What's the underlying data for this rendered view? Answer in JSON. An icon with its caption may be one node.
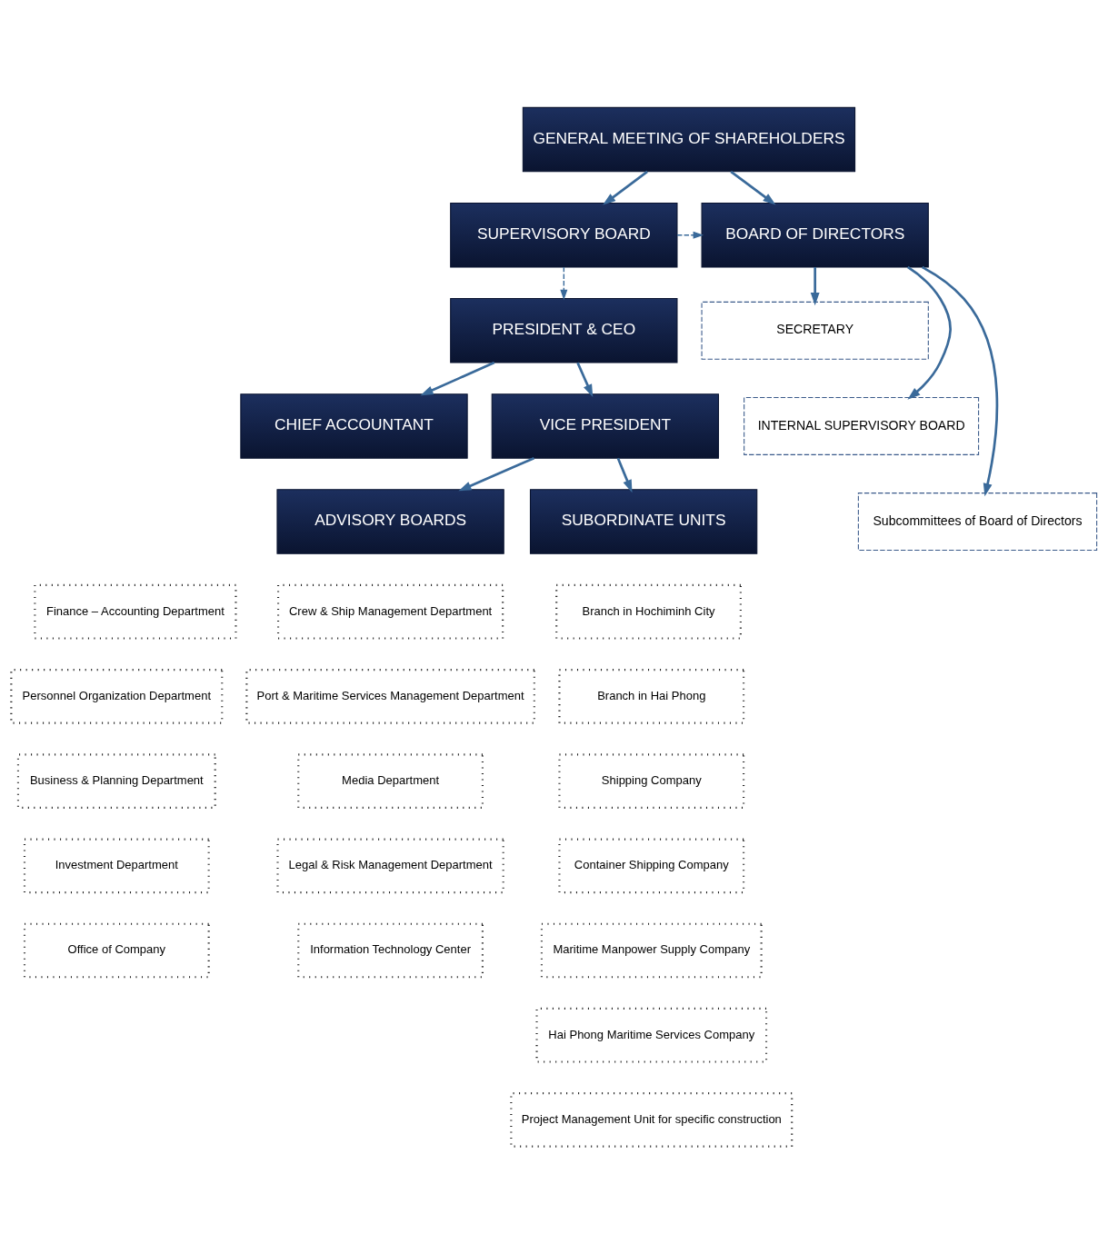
{
  "diagram": {
    "nodes": [
      {
        "text": [
          "GENERAL MEETING OF SHAREHOLDERS"
        ]
      },
      {
        "text": [
          "SUPERVISORY BOARD"
        ]
      },
      {
        "text": [
          "BOARD OF DIRECTORS"
        ]
      },
      {
        "text": [
          "SECRETARY"
        ]
      },
      {
        "text": [
          "INTERNAL SUPERVISORY BOARD"
        ]
      },
      {
        "text": [
          "PRESIDENT & CEO"
        ]
      },
      {
        "text": [
          "Subcommittees of Board of Directors"
        ]
      },
      {
        "text": [
          "CHIEF ACCOUNTANT"
        ]
      },
      {
        "text": [
          "VICE PRESIDENT"
        ]
      },
      {
        "text": [
          "ADVISORY BOARDS"
        ]
      },
      {
        "text": [
          "SUBORDINATE UNITS"
        ]
      },
      {
        "text": [
          "Finance – Accounting Department"
        ]
      },
      {
        "text": [
          "Crew & Ship Management Department"
        ]
      },
      {
        "text": [
          "Personnel Organization Department"
        ]
      },
      {
        "text": [
          "Port & Maritime Services Management Department"
        ]
      },
      {
        "text": [
          "Business & Planning Department"
        ]
      },
      {
        "text": [
          "Media Department"
        ]
      },
      {
        "text": [
          "Investment Department"
        ]
      },
      {
        "text": [
          "Legal & Risk Management Department"
        ]
      },
      {
        "text": [
          "Office of Company"
        ]
      },
      {
        "text": [
          "Information Technology Center"
        ]
      },
      {
        "text": [
          "Branch in Hochiminh City"
        ]
      },
      {
        "text": [
          "Branch in Hai Phong"
        ]
      },
      {
        "text": [
          "Shipping Company"
        ]
      },
      {
        "text": [
          "Container Shipping Company"
        ]
      },
      {
        "text": [
          "Maritime Manpower Supply Company"
        ]
      },
      {
        "text": [
          "Hai Phong Maritime Services Company"
        ]
      },
      {
        "text": [
          "Project Management Unit for specific construction"
        ]
      }
    ],
    "edges": [
      {
        "from": 0,
        "to": 1,
        "arrow": "to"
      },
      {
        "from": 0,
        "to": 2,
        "arrow": "to"
      },
      {
        "from": 1,
        "to": 2,
        "arrow": "to",
        "style": "dashed"
      },
      {
        "from": 1,
        "to": 5,
        "arrow": "to",
        "style": "dashed"
      },
      {
        "from": 2,
        "to": 3,
        "arrow": "to"
      },
      {
        "from": 2,
        "to": 4,
        "arrow": "to"
      },
      {
        "from": 2,
        "to": 6,
        "arrow": "to"
      },
      {
        "from": 5,
        "to": 7,
        "arrow": "to"
      },
      {
        "from": 5,
        "to": 8,
        "arrow": "to"
      },
      {
        "from": 8,
        "to": 9,
        "arrow": "to"
      },
      {
        "from": 8,
        "to": 10,
        "arrow": "to"
      }
    ]
  }
}
